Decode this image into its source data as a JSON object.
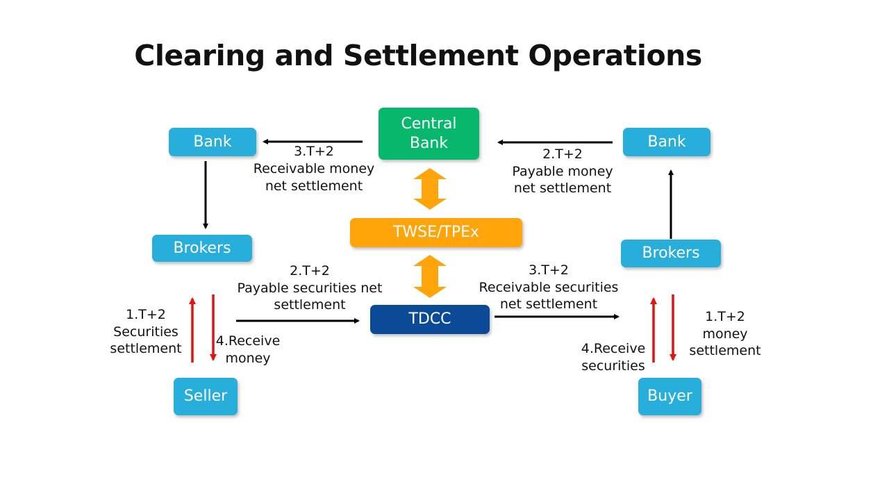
{
  "title": "Clearing and Settlement Operations",
  "nodes": {
    "bank_left": "Bank",
    "central_bank": [
      "Central",
      "Bank"
    ],
    "bank_right": "Bank",
    "brokers_left": "Brokers",
    "twse": "TWSE/TPEx",
    "brokers_right": "Brokers",
    "tdcc": "TDCC",
    "seller": "Seller",
    "buyer": "Buyer"
  },
  "labels": {
    "receivable_money": [
      "3.T+2",
      "Receivable money",
      "net settlement"
    ],
    "payable_money": [
      "2.T+2",
      "Payable money",
      "net settlement"
    ],
    "payable_securities": [
      "2.T+2",
      "Payable securities net",
      "settlement"
    ],
    "receivable_securities": [
      "3.T+2",
      "Receivable securities",
      "net settlement"
    ],
    "seller_securities": [
      "1.T+2",
      "Securities",
      "settlement"
    ],
    "seller_receive": [
      "4.Receive",
      "money"
    ],
    "buyer_receive": [
      "4.Receive",
      "securities"
    ],
    "buyer_money": [
      "1.T+2",
      "money",
      "settlement"
    ]
  },
  "colors": {
    "blue": "#27AEDA",
    "green": "#07B86C",
    "orange": "#FFA40A",
    "navy": "#0B4A97",
    "red": "#E3140F"
  }
}
